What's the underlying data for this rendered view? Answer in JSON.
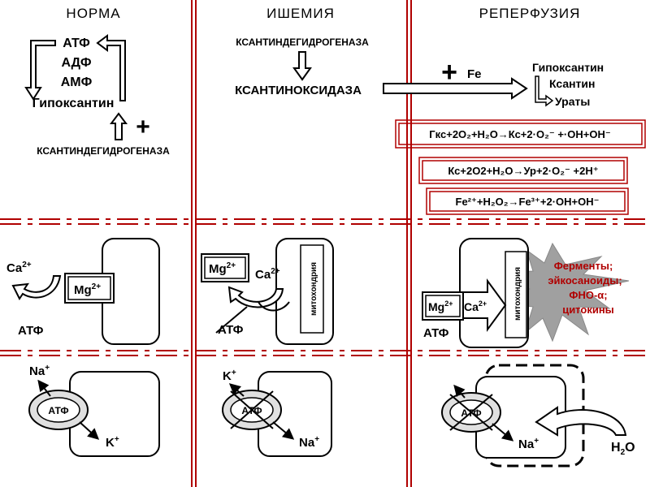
{
  "columns": {
    "norma": "НОРМА",
    "ischemia": "ИШЕМИЯ",
    "reperfusion": "РЕПЕРФУЗИЯ"
  },
  "norma": {
    "atp": "АТФ",
    "adp": "АДФ",
    "amp": "АМФ",
    "hypoxanthine": "Гипоксантин",
    "plus": "+",
    "enzyme": "КСАНТИНДЕГИДРОГЕНАЗА",
    "ca": "Ca",
    "ca_sup": "2+",
    "mg": "Mg",
    "mg_sup": "2+",
    "atp2": "АТФ",
    "na": "Na",
    "na_sup": "+",
    "pump_atp": "АТФ",
    "k": "K",
    "k_sup": "+"
  },
  "ischemia": {
    "enzyme_top": "КСАНТИНДЕГИДРОГЕНАЗА",
    "enzyme_main": "КСАНТИНОКСИДАЗА",
    "mg": "Mg",
    "mg_sup": "2+",
    "ca": "Ca",
    "ca_sup": "2+",
    "mito": "митохондрия",
    "atp": "АТФ",
    "k": "K",
    "k_sup": "+",
    "pump_atp": "АТФ",
    "na": "Na",
    "na_sup": "+"
  },
  "reperfusion": {
    "plus": "+",
    "fe": "Fe",
    "hypoxanthine": "Гипоксантин",
    "xanthine": "Ксантин",
    "urates": "Ураты",
    "eq1": "Гкс+2O₂+H₂O→Кс+2·O₂⁻ +·OH+OH⁻",
    "eq2": "Кс+2O2+H₂O→Ур+2·O₂⁻ +2H⁺",
    "eq3": "Fe²⁺+H₂O₂→Fe³⁺+2·OH+OH⁻",
    "mg": "Mg",
    "mg_sup": "2+",
    "ca": "Ca",
    "ca_sup": "2+",
    "mito": "митохондрия",
    "atp": "АТФ",
    "enz1": "Ферменты;",
    "enz2": "эйкосаноиды;",
    "enz3": "ФНО-α;",
    "enz4": "цитокины",
    "pump_atp": "АТФ",
    "na": "Na",
    "na_sup": "+",
    "h2o_h": "H",
    "h2o_sub": "2",
    "h2o_o": "O"
  },
  "colors": {
    "divider": "#b00000",
    "red_text": "#b00000",
    "burst": "#a0a0a0",
    "ring": "#e0e0e0"
  }
}
